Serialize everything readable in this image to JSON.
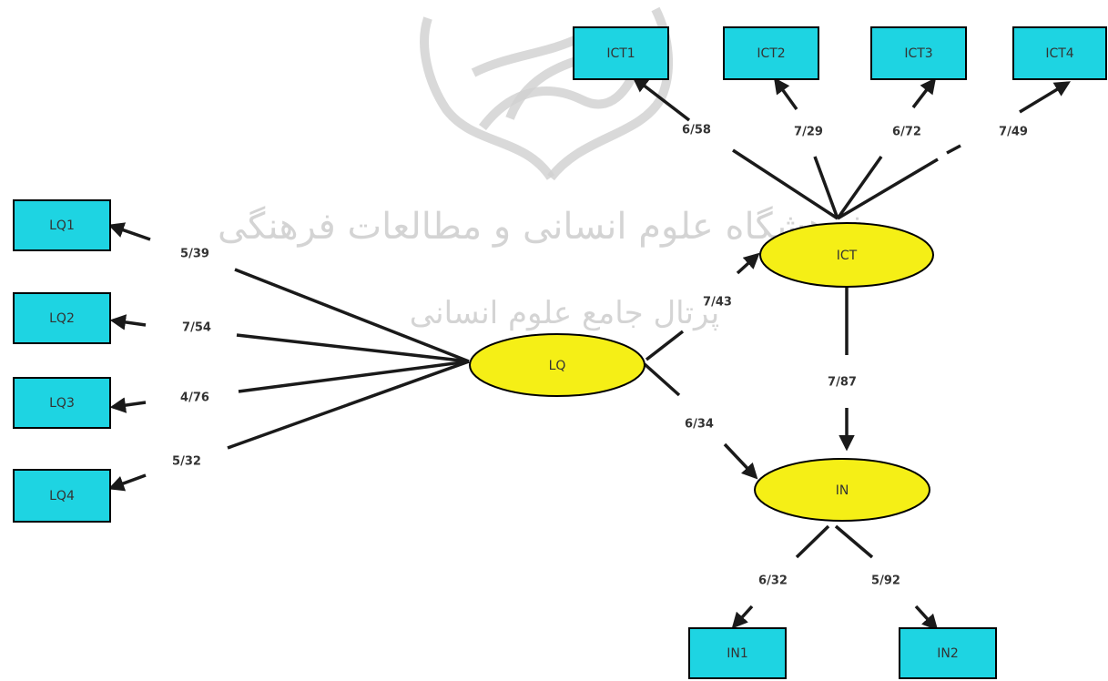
{
  "watermark": {
    "line1": "پژوهشگاه علوم انسانی و مطالعات فرهنگی",
    "line2": "پرتال جامع علوم انسانی"
  },
  "latent_nodes": {
    "ict": "ICT",
    "lq": "LQ",
    "in": "IN"
  },
  "indicators": {
    "ict1": "ICT1",
    "ict2": "ICT2",
    "ict3": "ICT3",
    "ict4": "ICT4",
    "lq1": "LQ1",
    "lq2": "LQ2",
    "lq3": "LQ3",
    "lq4": "LQ4",
    "in1": "IN1",
    "in2": "IN2"
  },
  "coefficients": {
    "ict_ict1": "6/58",
    "ict_ict2": "7/29",
    "ict_ict3": "6/72",
    "ict_ict4": "7/49",
    "lq_lq1": "5/39",
    "lq_lq2": "7/54",
    "lq_lq3": "4/76",
    "lq_lq4": "5/32",
    "lq_ict": "7/43",
    "lq_in": "6/34",
    "ict_in": "7/87",
    "in_in1": "6/32",
    "in_in2": "5/92"
  }
}
